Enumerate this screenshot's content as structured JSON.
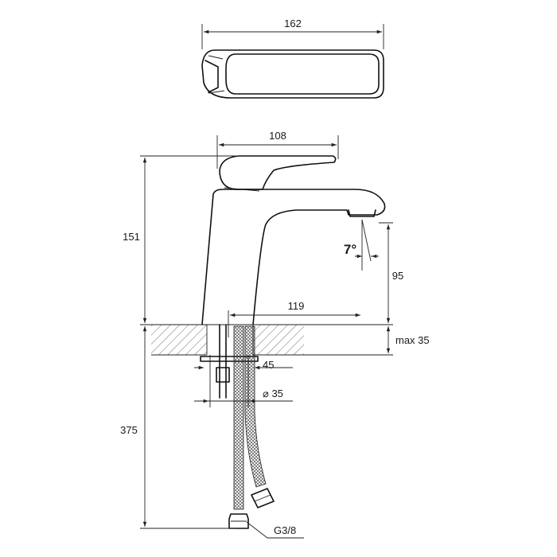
{
  "dimensions": {
    "top_width": "162",
    "lever_length": "108",
    "height": "151",
    "spout_angle": "7°",
    "spout_clearance": "95",
    "spout_reach": "119",
    "deck_thickness": "max 35",
    "hole_width": "45",
    "hole_diameter": "⌀ 35",
    "hose_length": "375",
    "connection_thread": "G3/8"
  }
}
